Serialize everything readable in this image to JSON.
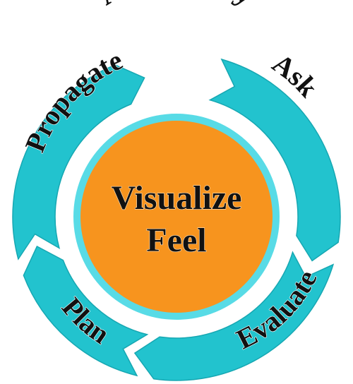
{
  "title": "After study",
  "center": {
    "line1": "Visualize",
    "line2": "Feel"
  },
  "cycle": [
    {
      "id": "propagate",
      "label": "Propagate"
    },
    {
      "id": "ask",
      "label": "Ask"
    },
    {
      "id": "evaluate",
      "label": "Evaluate"
    },
    {
      "id": "plan",
      "label": "Plan"
    }
  ],
  "colors": {
    "ring": "#22c3ce",
    "ring_edge": "#16a7b2",
    "center_fill": "#f7941e",
    "center_border": "#58dbe6",
    "text": "#111111"
  }
}
